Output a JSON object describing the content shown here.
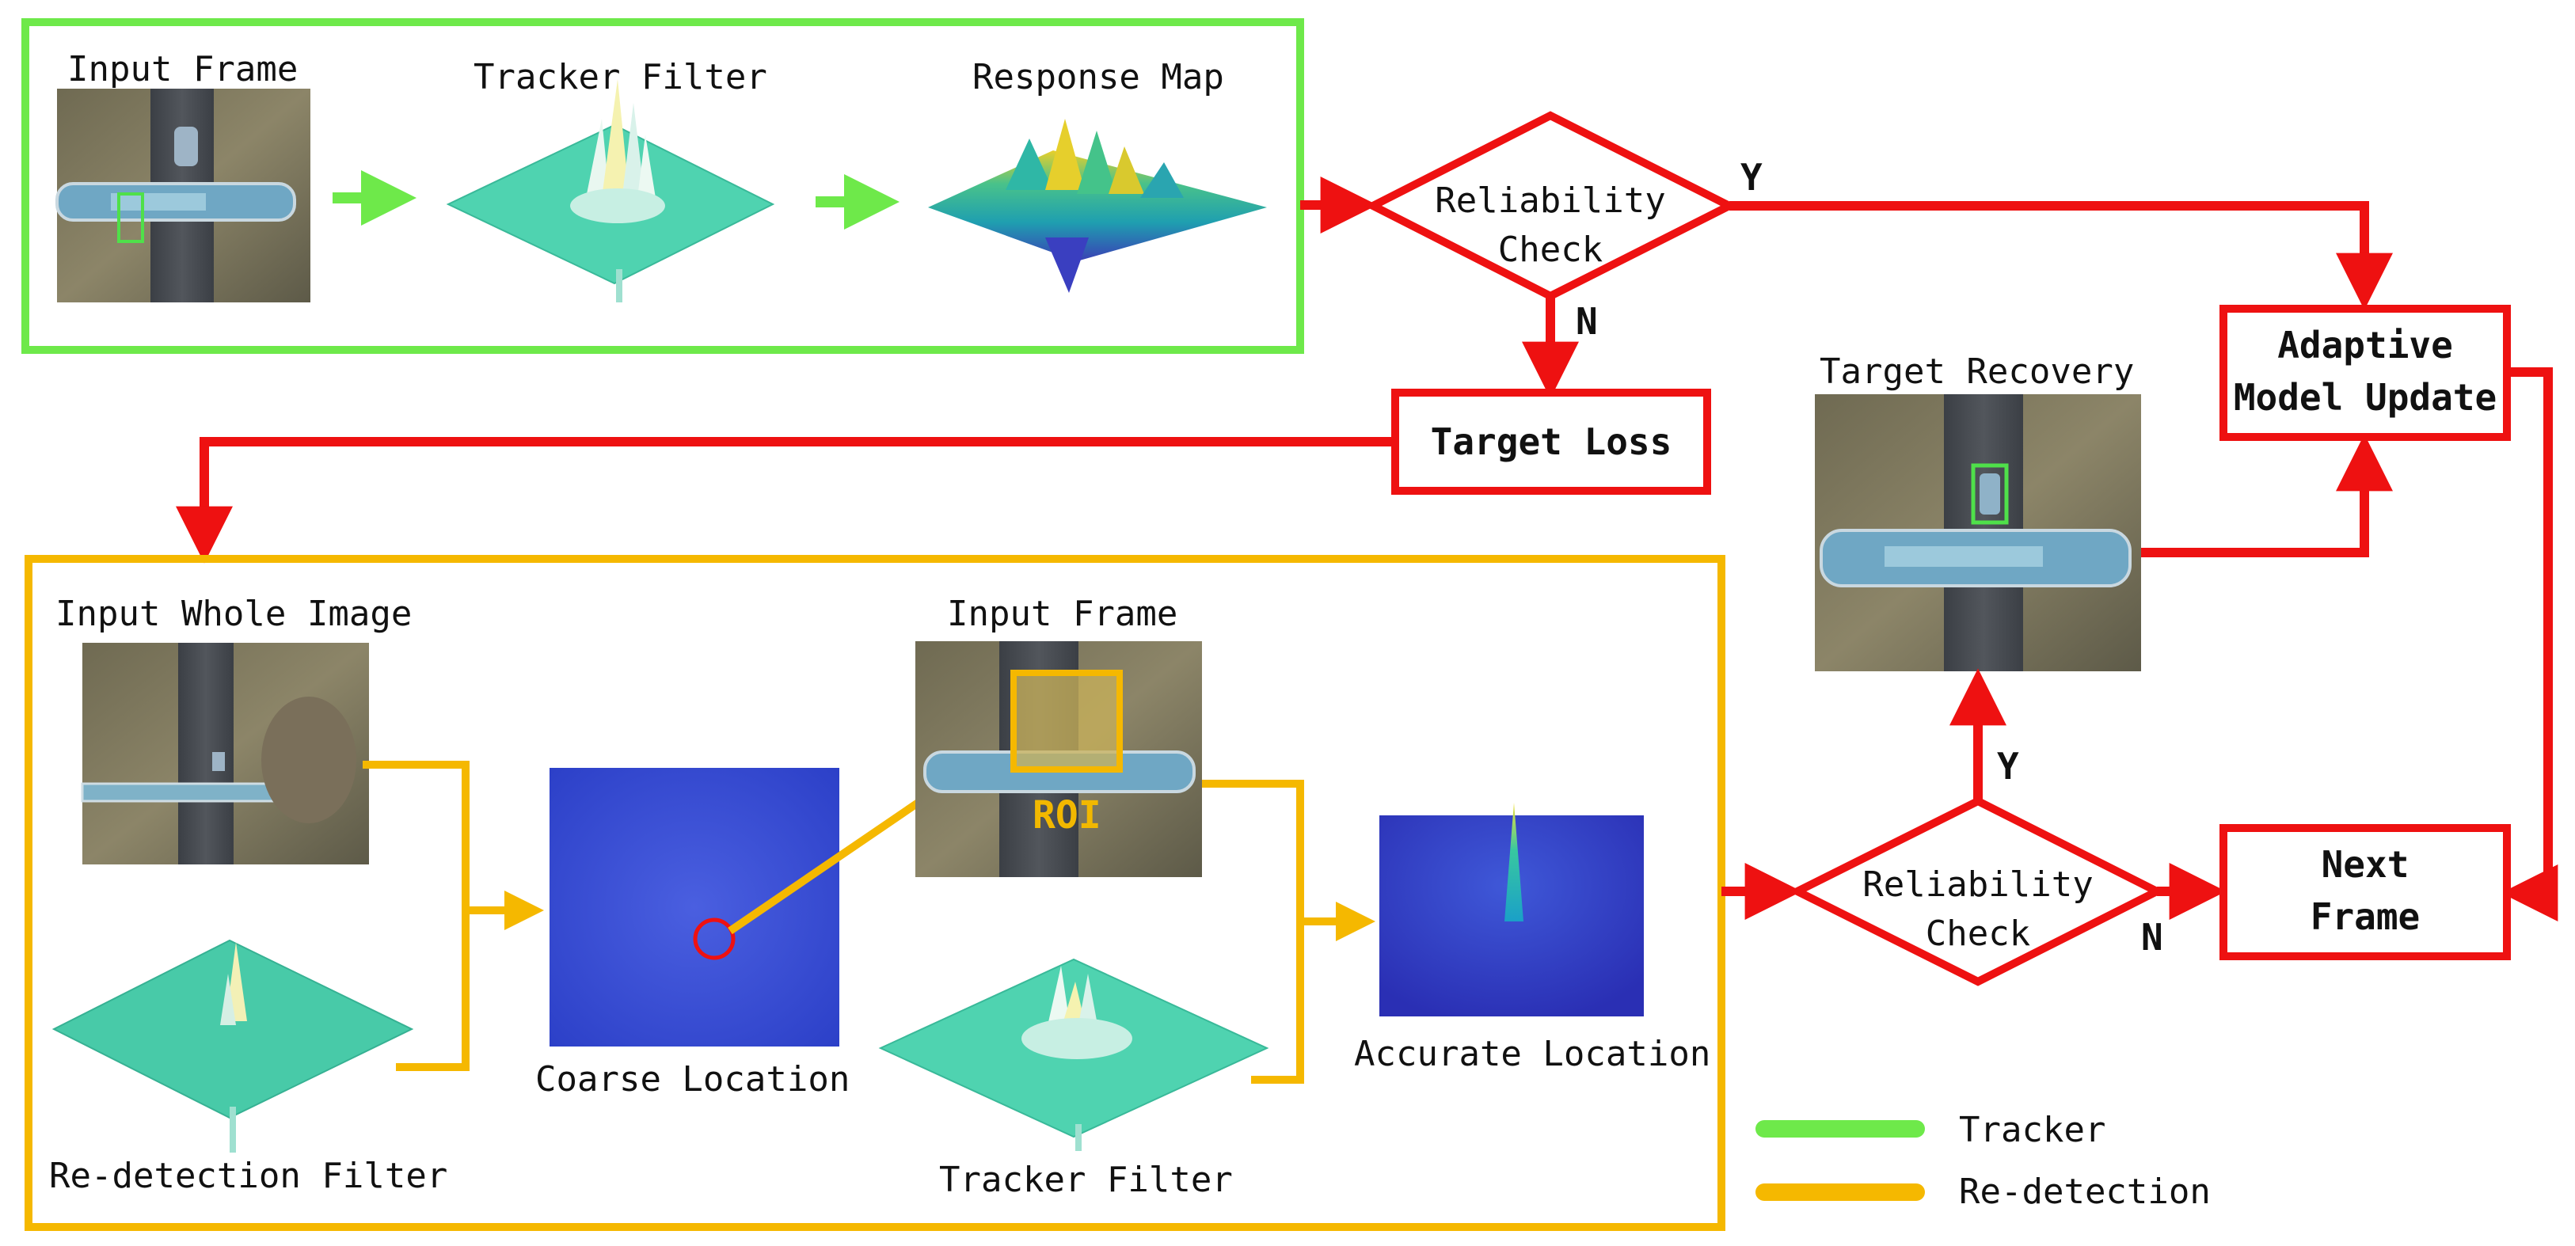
{
  "tracker_panel": {
    "input_frame": "Input Frame",
    "tracker_filter": "Tracker Filter",
    "response_map": "Response Map"
  },
  "redetection_panel": {
    "input_whole_image": "Input Whole Image",
    "input_frame": "Input Frame",
    "roi": "ROI",
    "coarse_location": "Coarse Location",
    "redetection_filter": "Re-detection Filter",
    "tracker_filter": "Tracker Filter",
    "accurate_location": "Accurate Location"
  },
  "nodes": {
    "reliability_check_top": {
      "line1": "Reliability",
      "line2": "Check"
    },
    "reliability_check_bottom": {
      "line1": "Reliability",
      "line2": "Check"
    },
    "target_loss": "Target Loss",
    "adaptive_model_update": {
      "line1": "Adaptive",
      "line2": "Model Update"
    },
    "next_frame": {
      "line1": "Next",
      "line2": "Frame"
    },
    "target_recovery": "Target Recovery"
  },
  "edge_labels": {
    "top_yes": "Y",
    "top_no": "N",
    "bottom_yes": "Y",
    "bottom_no": "N"
  },
  "legend": [
    {
      "label": "Tracker",
      "color": "#6ee94a"
    },
    {
      "label": "Re-detection",
      "color": "#f5b800"
    }
  ],
  "colors": {
    "tracker": "#6ee94a",
    "redetection": "#f5b800",
    "flow": "#ee1111"
  }
}
